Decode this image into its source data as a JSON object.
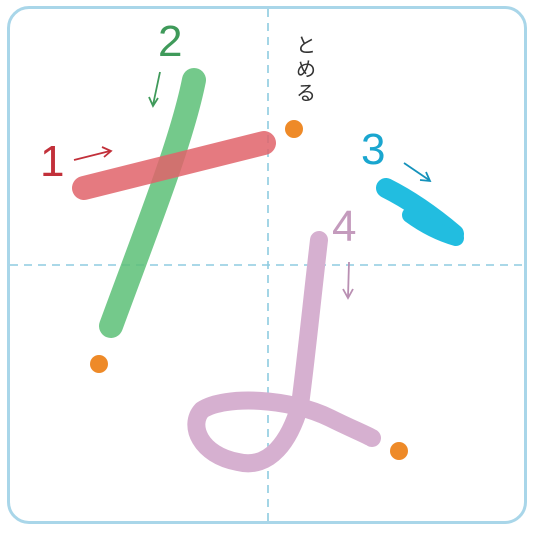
{
  "guide": {
    "border_color": "#a9d6e9",
    "dash_color": "#8ecbe0"
  },
  "strokes": [
    {
      "order": "1",
      "color": "#e0636a",
      "direction": "right"
    },
    {
      "order": "2",
      "color": "#5cbf77",
      "direction": "down"
    },
    {
      "order": "3",
      "color": "#22bde0",
      "direction": "down-right"
    },
    {
      "order": "4",
      "color": "#d6b0d0",
      "direction": "down"
    }
  ],
  "annotation": {
    "tomeru": [
      "と",
      "め",
      "る"
    ]
  },
  "endpoint_color": "#ee8a28"
}
